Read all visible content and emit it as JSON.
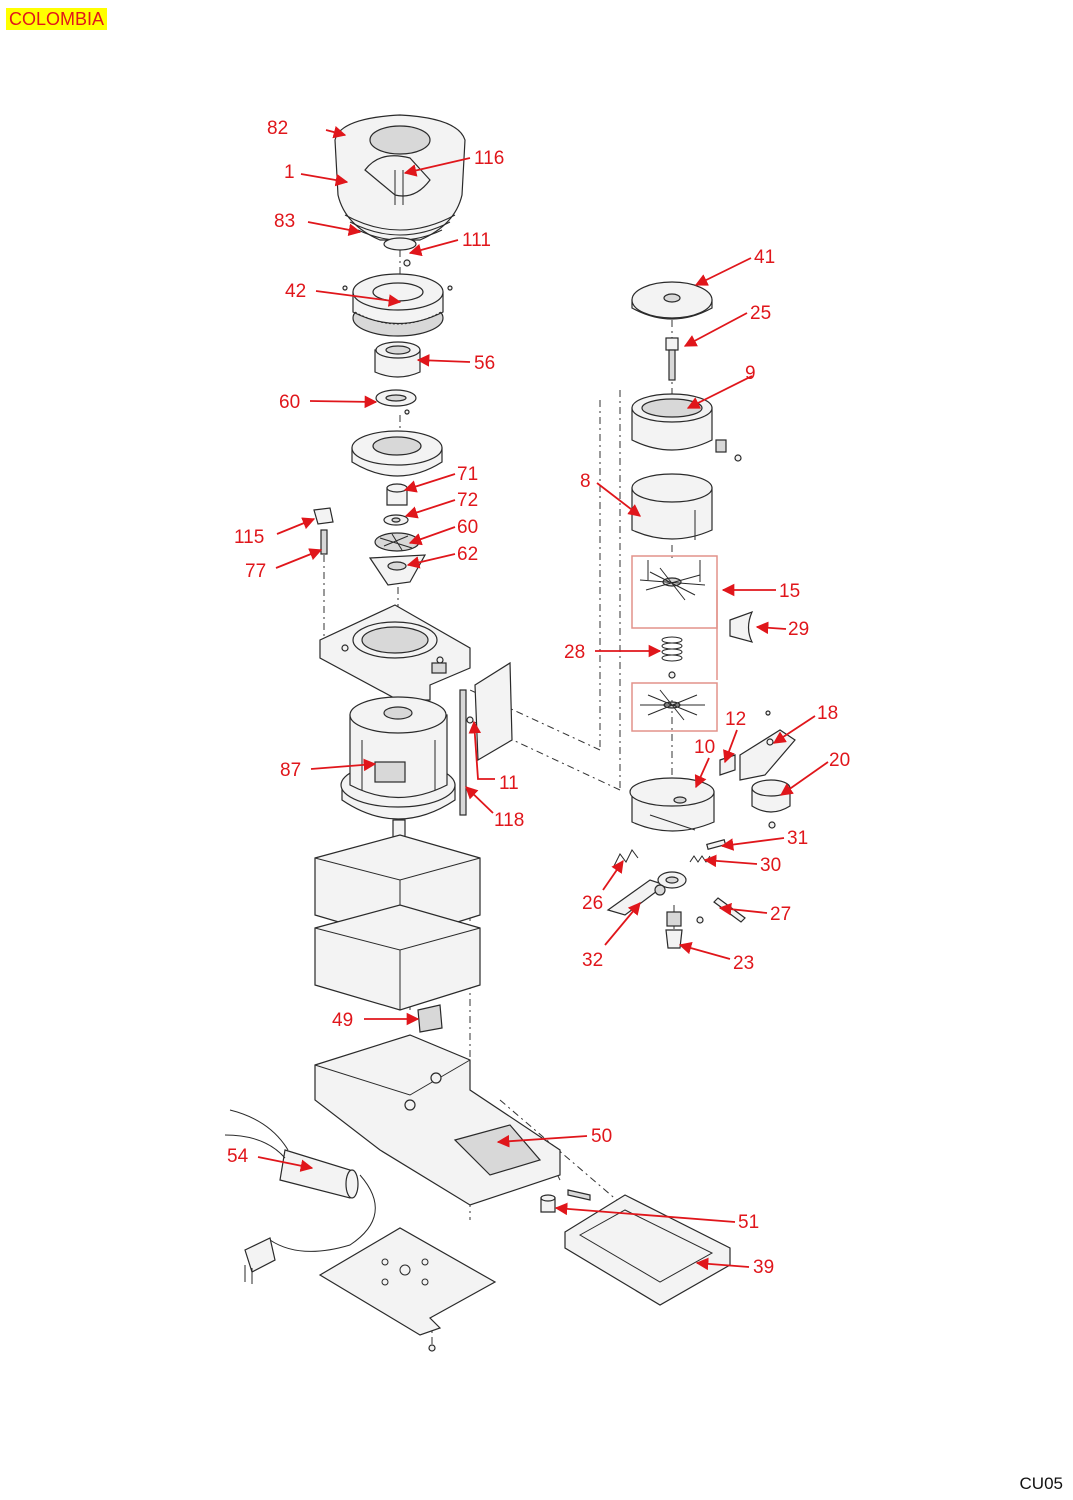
{
  "header": {
    "brand_label": "COLOMBIA"
  },
  "footer": {
    "page_code": "CU05"
  },
  "colors": {
    "callout": "#e0161b",
    "badge_bg": "#ffff00",
    "highlight_box": "#e2928a"
  },
  "callouts": [
    {
      "id": "c82",
      "label": "82"
    },
    {
      "id": "c1",
      "label": "1"
    },
    {
      "id": "c116",
      "label": "116"
    },
    {
      "id": "c83",
      "label": "83"
    },
    {
      "id": "c111",
      "label": "111"
    },
    {
      "id": "c42",
      "label": "42"
    },
    {
      "id": "c56",
      "label": "56"
    },
    {
      "id": "c60a",
      "label": "60"
    },
    {
      "id": "c71",
      "label": "71"
    },
    {
      "id": "c72",
      "label": "72"
    },
    {
      "id": "c60b",
      "label": "60"
    },
    {
      "id": "c62",
      "label": "62"
    },
    {
      "id": "c115",
      "label": "115"
    },
    {
      "id": "c77",
      "label": "77"
    },
    {
      "id": "c87",
      "label": "87"
    },
    {
      "id": "c11",
      "label": "11"
    },
    {
      "id": "c118",
      "label": "118"
    },
    {
      "id": "c49",
      "label": "49"
    },
    {
      "id": "c50",
      "label": "50"
    },
    {
      "id": "c54",
      "label": "54"
    },
    {
      "id": "c51",
      "label": "51"
    },
    {
      "id": "c39",
      "label": "39"
    },
    {
      "id": "c41",
      "label": "41"
    },
    {
      "id": "c25",
      "label": "25"
    },
    {
      "id": "c9",
      "label": "9"
    },
    {
      "id": "c8",
      "label": "8"
    },
    {
      "id": "c15",
      "label": "15"
    },
    {
      "id": "c29",
      "label": "29"
    },
    {
      "id": "c28",
      "label": "28"
    },
    {
      "id": "c12",
      "label": "12"
    },
    {
      "id": "c18",
      "label": "18"
    },
    {
      "id": "c10",
      "label": "10"
    },
    {
      "id": "c20",
      "label": "20"
    },
    {
      "id": "c31",
      "label": "31"
    },
    {
      "id": "c30",
      "label": "30"
    },
    {
      "id": "c26",
      "label": "26"
    },
    {
      "id": "c27",
      "label": "27"
    },
    {
      "id": "c32",
      "label": "32"
    },
    {
      "id": "c23",
      "label": "23"
    }
  ]
}
